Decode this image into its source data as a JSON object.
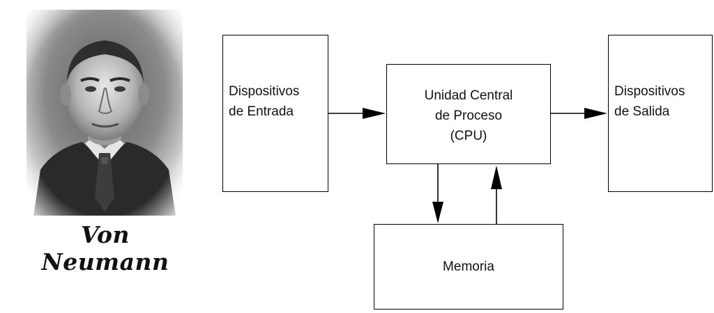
{
  "portrait": {
    "caption": "Von Neumann"
  },
  "diagram": {
    "input_box": "Dispositivos\nde Entrada",
    "cpu_box": "Unidad Central\nde Proceso\n(CPU)",
    "output_box": "Dispositivos\nde Salida",
    "memory_box": "Memoria"
  }
}
